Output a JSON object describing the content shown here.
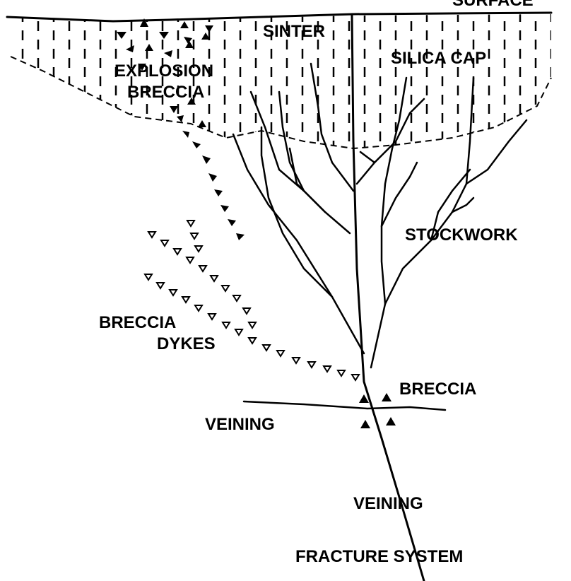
{
  "labels": {
    "surface": "SURFACE",
    "sinter": "SINTER",
    "silica_cap": "SILICA CAP",
    "explosion_breccia_1": "EXPLOSION",
    "explosion_breccia_2": "BRECCIA",
    "stockwork": "STOCKWORK",
    "breccia_dykes_1": "BRECCIA",
    "breccia_dykes_2": "DYKES",
    "breccia": "BRECCIA",
    "veining_left": "VEINING",
    "veining_lower": "VEINING",
    "fracture_system": "FRACTURE SYSTEM"
  },
  "colors": {
    "ink": "#000000",
    "background": "#ffffff"
  }
}
